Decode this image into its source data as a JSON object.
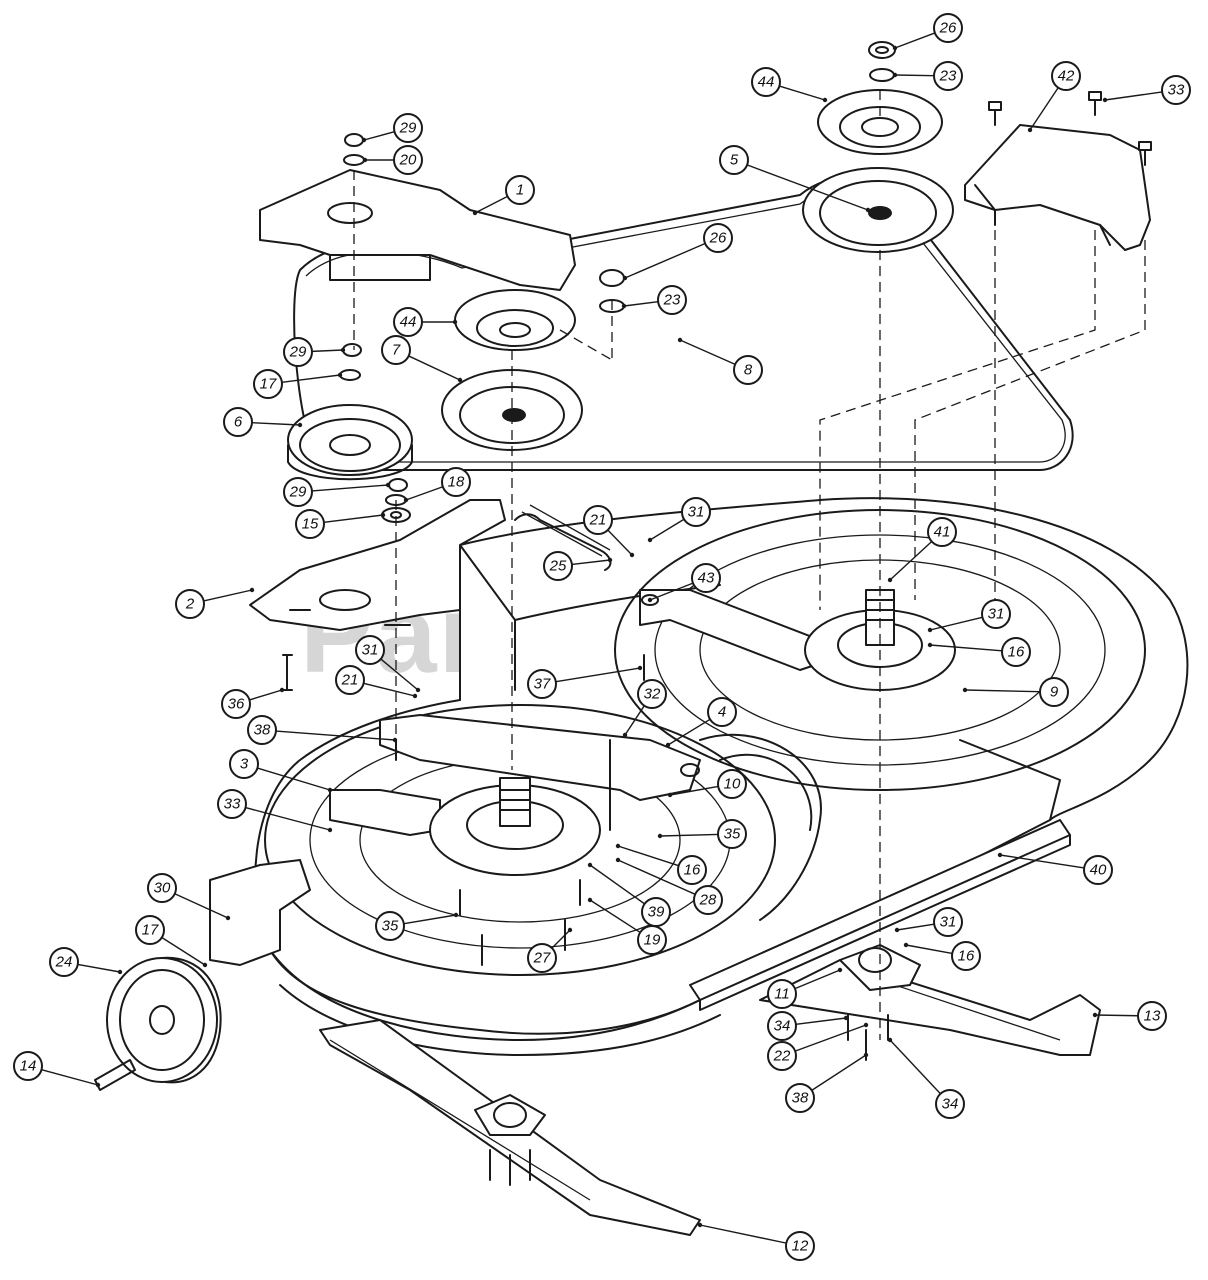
{
  "watermark": "PartsTree",
  "callouts": [
    {
      "id": "c-26a",
      "label": "26"
    },
    {
      "id": "c-23a",
      "label": "23"
    },
    {
      "id": "c-44a",
      "label": "44"
    },
    {
      "id": "c-42",
      "label": "42"
    },
    {
      "id": "c-33a",
      "label": "33"
    },
    {
      "id": "c-5",
      "label": "5"
    },
    {
      "id": "c-29a",
      "label": "29"
    },
    {
      "id": "c-20",
      "label": "20"
    },
    {
      "id": "c-1",
      "label": "1"
    },
    {
      "id": "c-26b",
      "label": "26"
    },
    {
      "id": "c-23b",
      "label": "23"
    },
    {
      "id": "c-44b",
      "label": "44"
    },
    {
      "id": "c-29b",
      "label": "29"
    },
    {
      "id": "c-7",
      "label": "7"
    },
    {
      "id": "c-8",
      "label": "8"
    },
    {
      "id": "c-17a",
      "label": "17"
    },
    {
      "id": "c-6",
      "label": "6"
    },
    {
      "id": "c-29c",
      "label": "29"
    },
    {
      "id": "c-18",
      "label": "18"
    },
    {
      "id": "c-15",
      "label": "15"
    },
    {
      "id": "c-21a",
      "label": "21"
    },
    {
      "id": "c-31a",
      "label": "31"
    },
    {
      "id": "c-41",
      "label": "41"
    },
    {
      "id": "c-25",
      "label": "25"
    },
    {
      "id": "c-2",
      "label": "2"
    },
    {
      "id": "c-43",
      "label": "43"
    },
    {
      "id": "c-31b",
      "label": "31"
    },
    {
      "id": "c-16a",
      "label": "16"
    },
    {
      "id": "c-31c",
      "label": "31"
    },
    {
      "id": "c-37",
      "label": "37"
    },
    {
      "id": "c-32",
      "label": "32"
    },
    {
      "id": "c-36",
      "label": "36"
    },
    {
      "id": "c-21b",
      "label": "21"
    },
    {
      "id": "c-9",
      "label": "9"
    },
    {
      "id": "c-4",
      "label": "4"
    },
    {
      "id": "c-38a",
      "label": "38"
    },
    {
      "id": "c-3",
      "label": "3"
    },
    {
      "id": "c-10",
      "label": "10"
    },
    {
      "id": "c-33b",
      "label": "33"
    },
    {
      "id": "c-35a",
      "label": "35"
    },
    {
      "id": "c-16b",
      "label": "16"
    },
    {
      "id": "c-40",
      "label": "40"
    },
    {
      "id": "c-30",
      "label": "30"
    },
    {
      "id": "c-28",
      "label": "28"
    },
    {
      "id": "c-39",
      "label": "39"
    },
    {
      "id": "c-35b",
      "label": "35"
    },
    {
      "id": "c-19",
      "label": "19"
    },
    {
      "id": "c-31d",
      "label": "31"
    },
    {
      "id": "c-17b",
      "label": "17"
    },
    {
      "id": "c-27",
      "label": "27"
    },
    {
      "id": "c-16c",
      "label": "16"
    },
    {
      "id": "c-24",
      "label": "24"
    },
    {
      "id": "c-11",
      "label": "11"
    },
    {
      "id": "c-13",
      "label": "13"
    },
    {
      "id": "c-34a",
      "label": "34"
    },
    {
      "id": "c-22",
      "label": "22"
    },
    {
      "id": "c-14",
      "label": "14"
    },
    {
      "id": "c-38b",
      "label": "38"
    },
    {
      "id": "c-34b",
      "label": "34"
    },
    {
      "id": "c-12",
      "label": "12"
    }
  ]
}
